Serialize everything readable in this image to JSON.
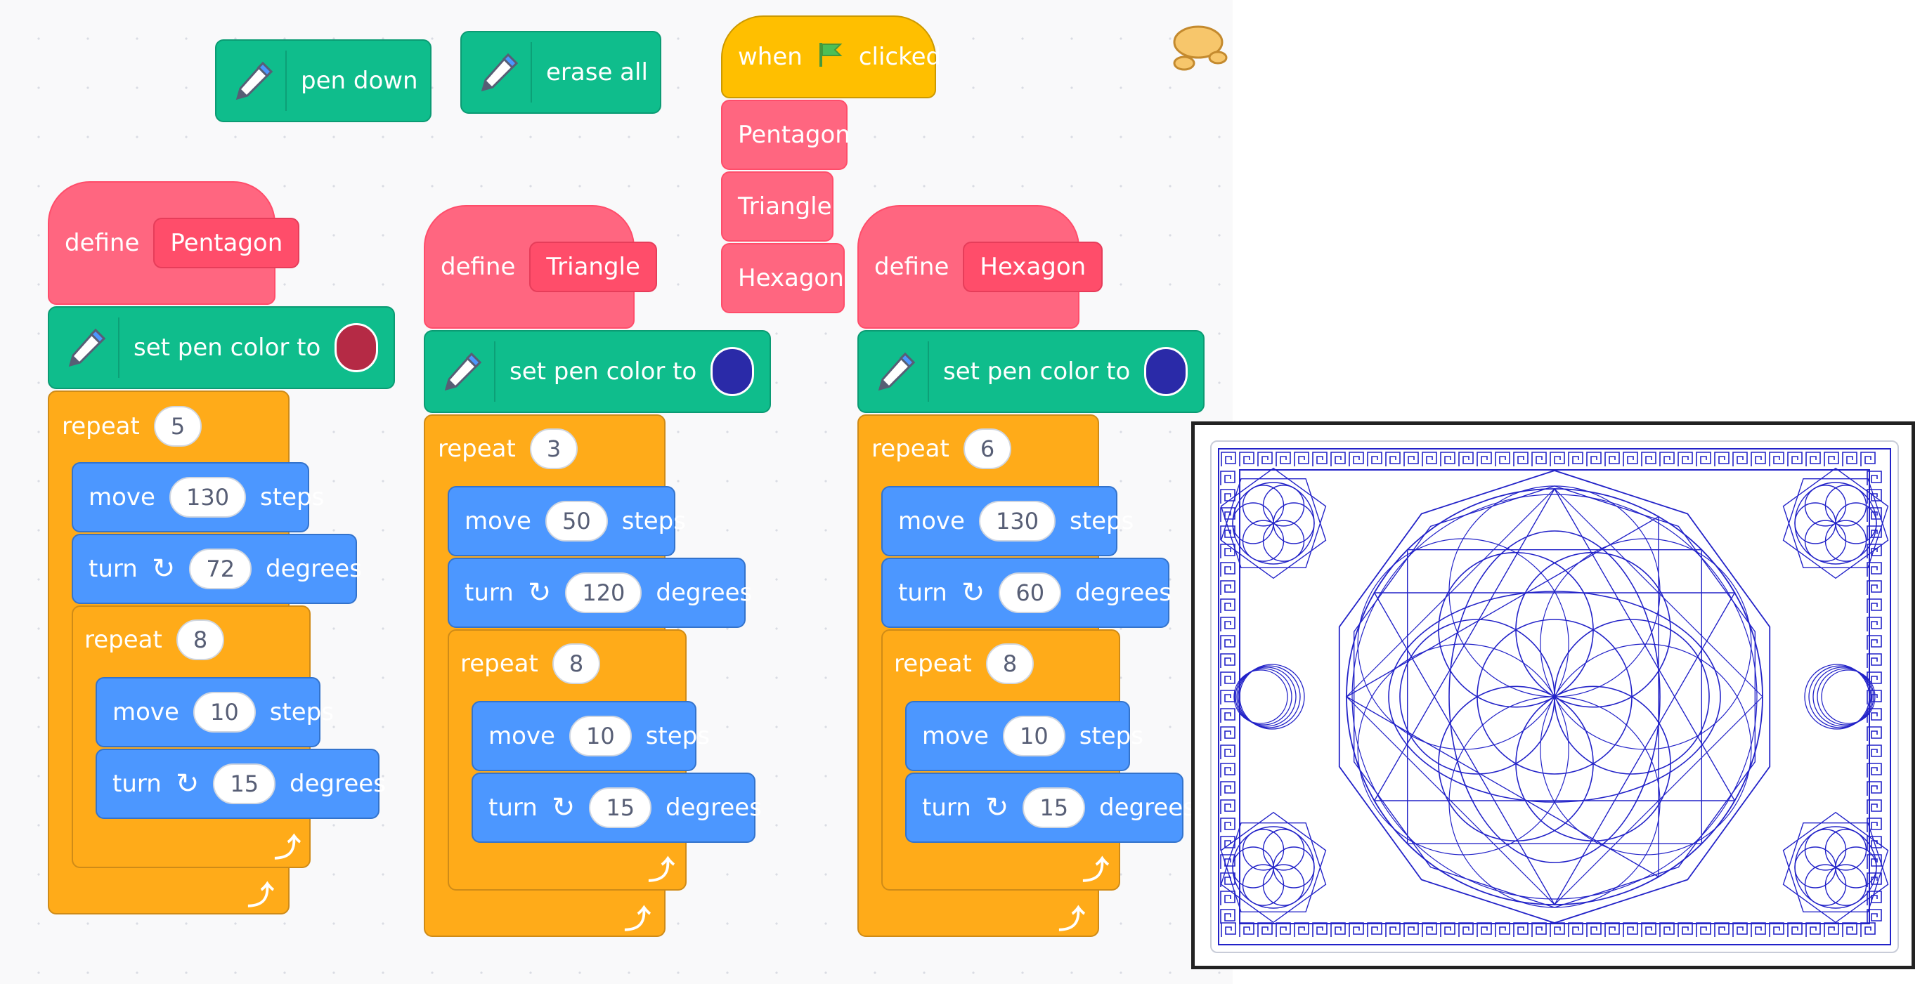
{
  "top_blocks": {
    "pen_down": "pen down",
    "erase_all": "erase all"
  },
  "main_script": {
    "when": "when",
    "clicked": "clicked",
    "calls": [
      "Pentagon",
      "Triangle",
      "Hexagon"
    ]
  },
  "scripts": [
    {
      "define": "define",
      "name": "Pentagon",
      "set_pen": "set pen color to",
      "color": "#b52a45",
      "repeat_label": "repeat",
      "repeat": "5",
      "move_label": "move",
      "move": "130",
      "steps": "steps",
      "turn_label": "turn",
      "turn": "72",
      "degrees": "degrees",
      "inner_repeat": "8",
      "inner_move": "10",
      "inner_turn": "15"
    },
    {
      "define": "define",
      "name": "Triangle",
      "set_pen": "set pen color to",
      "color": "#2a2aa8",
      "repeat_label": "repeat",
      "repeat": "3",
      "move_label": "move",
      "move": "50",
      "steps": "steps",
      "turn_label": "turn",
      "turn": "120",
      "degrees": "degrees",
      "inner_repeat": "8",
      "inner_move": "10",
      "inner_turn": "15"
    },
    {
      "define": "define",
      "name": "Hexagon",
      "set_pen": "set pen color to",
      "color": "#2a2aa8",
      "repeat_label": "repeat",
      "repeat": "6",
      "move_label": "move",
      "move": "130",
      "steps": "steps",
      "turn_label": "turn",
      "turn": "60",
      "degrees": "degrees",
      "inner_repeat": "8",
      "inner_move": "10",
      "inner_turn": "15"
    }
  ],
  "icons": {
    "pen": "pen-icon",
    "flag": "green-flag-icon",
    "turn": "turn-right-icon",
    "loop": "loop-arrow-icon"
  },
  "colors": {
    "pen": "#0fbd8c",
    "motion": "#4c97ff",
    "control": "#ffab19",
    "events": "#ffbf00",
    "myblocks": "#ff6680",
    "drawing": "#2222c8"
  }
}
